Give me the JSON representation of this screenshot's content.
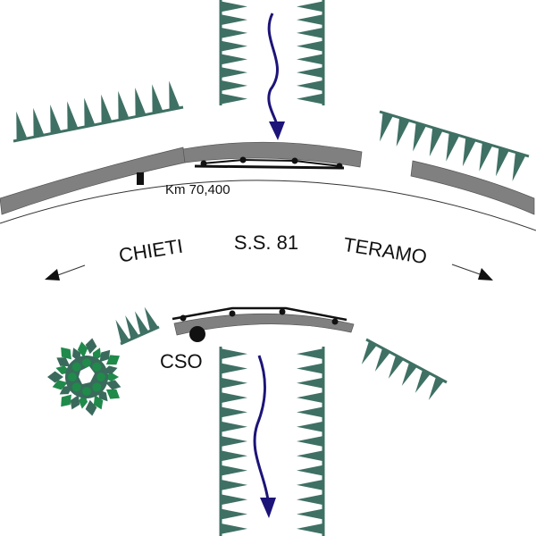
{
  "labels": {
    "km_marker": "Km 70,400",
    "road_name": "S.S. 81",
    "direction_left": "CHIETI",
    "direction_right": "TERAMO",
    "cso": "CSO"
  },
  "colors": {
    "embankment_green": "#3f7064",
    "road_grey": "#808080",
    "flow_arrow": "#1c1478",
    "bush_dark": "#3a6a5c",
    "bush_light": "#1f8a4a"
  }
}
